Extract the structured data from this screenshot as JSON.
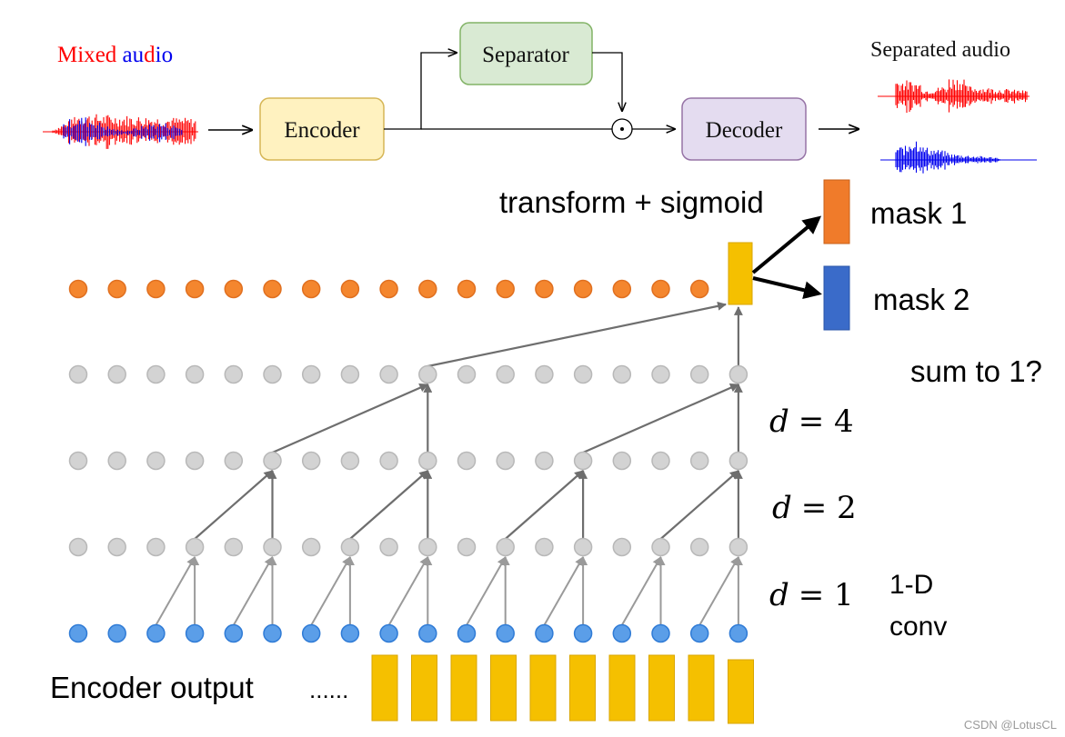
{
  "pipeline": {
    "mixed_audio": {
      "parts": [
        "M",
        "ix",
        "ed ",
        "au",
        "d",
        "io"
      ]
    },
    "encoder": "Encoder",
    "separator": "Separator",
    "decoder": "Decoder",
    "multiply_symbol": "⊙",
    "separated_audio": "Separated audio"
  },
  "network": {
    "transform_label": "transform + sigmoid",
    "mask1": "mask 1",
    "mask2": "mask 2",
    "sum_note": "sum to 1?",
    "dilations": [
      {
        "symbol": "d",
        "eq": "= 4"
      },
      {
        "symbol": "d",
        "eq": "= 2"
      },
      {
        "symbol": "d",
        "eq": "= 1"
      }
    ],
    "conv_label": [
      "1-D",
      "conv"
    ],
    "encoder_output": "Encoder output",
    "ellipsis": "......",
    "nodes_per_row": 18,
    "output_nodes": 17
  },
  "watermark": "CSDN @LotusCL",
  "colors": {
    "red_wave": "#ff0000",
    "blue_wave": "#0000ee",
    "encoder_fill": "#fff2c0",
    "encoder_stroke": "#d6b656",
    "separator_fill": "#d9ead3",
    "separator_stroke": "#82b366",
    "decoder_fill": "#e4dcf0",
    "decoder_stroke": "#9673a6",
    "orange_node": "#f4862e",
    "gray_node": "#d3d3d3",
    "blue_node": "#5b9ee8",
    "gold_bar": "#f5c000",
    "mask1": "#f07b2a",
    "mask2": "#3a6bc9",
    "arrow_gray": "#6e6e6e"
  }
}
